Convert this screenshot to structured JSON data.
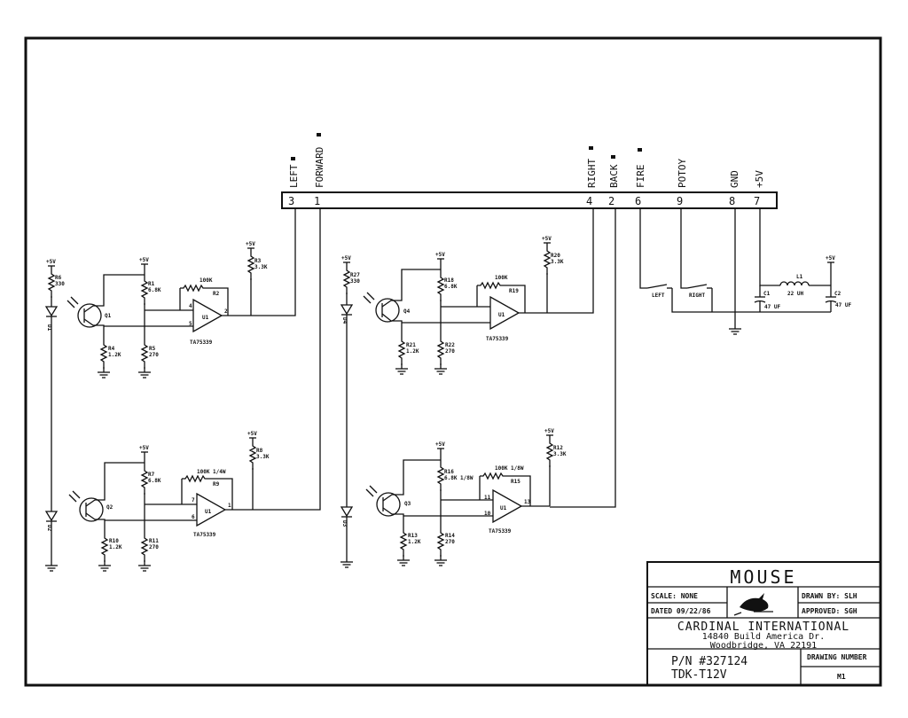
{
  "title_block": {
    "title": "MOUSE",
    "scale": "SCALE: NONE",
    "dated": "DATED 09/22/86",
    "drawn_by": "DRAWN BY: SLH",
    "approved": "APPROVED: SGH",
    "company": "CARDINAL INTERNATIONAL",
    "address1": "14840 Build America Dr.",
    "address2": "Woodbridge, VA 22191",
    "part_number": "P/N #327124",
    "model": "TDK-T12V",
    "drawing_number_label": "DRAWING NUMBER",
    "drawing_number": "M1"
  },
  "connector": {
    "pins": [
      {
        "signal": "LEFT",
        "number": "3"
      },
      {
        "signal": "FORWARD",
        "number": "1"
      },
      {
        "signal": "RIGHT",
        "number": "4"
      },
      {
        "signal": "BACK",
        "number": "2"
      },
      {
        "signal": "FIRE",
        "number": "6"
      },
      {
        "signal": "POTOY",
        "number": "9"
      },
      {
        "signal": "GND",
        "number": "8"
      },
      {
        "signal": "+5V",
        "number": "7"
      }
    ]
  },
  "power": {
    "vcc": "+5V",
    "inductor_ref": "L1",
    "inductor_value": "22 UH",
    "cap1_ref": "C1",
    "cap1_value": "47 UF",
    "cap2_ref": "C2",
    "cap2_value": "47 UF",
    "switch_left": "LEFT",
    "switch_right": "RIGHT"
  },
  "circuits": [
    {
      "led": "R6",
      "led_res": "330",
      "photo": "Q1",
      "r_bias": "R1",
      "r_bias_val": "6.8K",
      "r_emit": "R4",
      "r_emit_val": "1.2K",
      "r_div": "R5",
      "r_div_val": "270",
      "r_fb": "R2",
      "r_fb_val": "100K",
      "r_pull": "R3",
      "r_pull_val": "3.3K",
      "pin_a": "4",
      "pin_b": "5",
      "pin_out": "2",
      "opamp": "U1",
      "part": "TA75339",
      "diode": "D1"
    },
    {
      "led": "R27",
      "led_res": "330",
      "photo": "Q4",
      "r_bias": "R18",
      "r_bias_val": "6.8K",
      "r_emit": "R21",
      "r_emit_val": "1.2K",
      "r_div": "R22",
      "r_div_val": "270",
      "r_fb": "R19",
      "r_fb_val": "100K",
      "r_pull": "R20",
      "r_pull_val": "3.3K",
      "pin_a": "",
      "pin_b": "",
      "pin_out": "",
      "opamp": "U1",
      "part": "TA75339",
      "diode": "D4"
    },
    {
      "led": "",
      "led_res": "",
      "photo": "Q2",
      "r_bias": "R7",
      "r_bias_val": "6.8K",
      "r_emit": "R10",
      "r_emit_val": "1.2K",
      "r_div": "R11",
      "r_div_val": "270",
      "r_fb": "R9",
      "r_fb_val": "100K 1/4W",
      "r_pull": "R8",
      "r_pull_val": "3.3K",
      "pin_a": "7",
      "pin_b": "6",
      "pin_out": "1",
      "opamp": "U1",
      "part": "TA75339",
      "diode": "D2"
    },
    {
      "led": "",
      "led_res": "",
      "photo": "Q3",
      "r_bias": "R16",
      "r_bias_val": "6.8K 1/8W",
      "r_emit": "R13",
      "r_emit_val": "1.2K",
      "r_div": "R14",
      "r_div_val": "270",
      "r_fb": "R15",
      "r_fb_val": "100K 1/8W",
      "r_pull": "R12",
      "r_pull_val": "3.3K",
      "pin_a": "11",
      "pin_b": "10",
      "pin_out": "13",
      "opamp": "U1",
      "part": "TA75339",
      "diode": "D3"
    }
  ]
}
